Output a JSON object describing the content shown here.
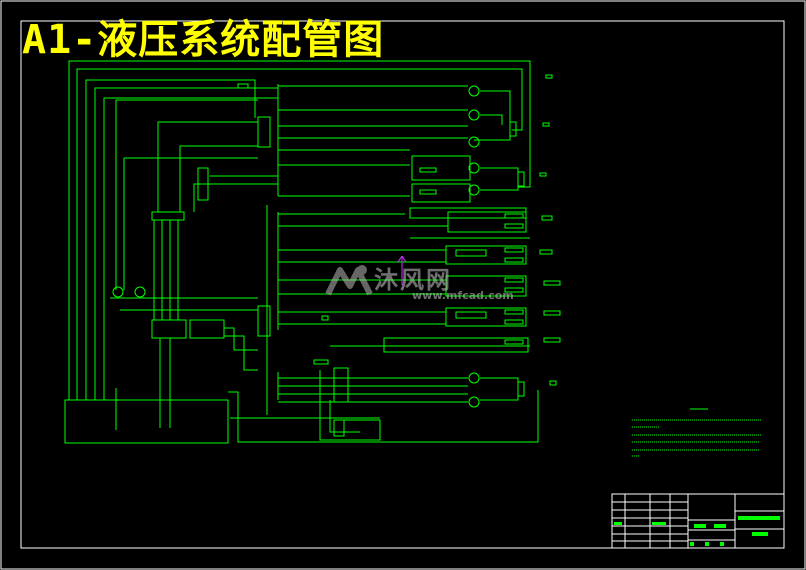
{
  "drawing": {
    "title": "A1-液压系统配管图"
  },
  "watermark": {
    "name_cn": "沐风网",
    "url": "www.mfcad.com"
  },
  "colors": {
    "background": "#000000",
    "frame": "#ffffff",
    "lines": "#00ff00",
    "title": "#ffff00",
    "marker": "#cc33ff"
  }
}
